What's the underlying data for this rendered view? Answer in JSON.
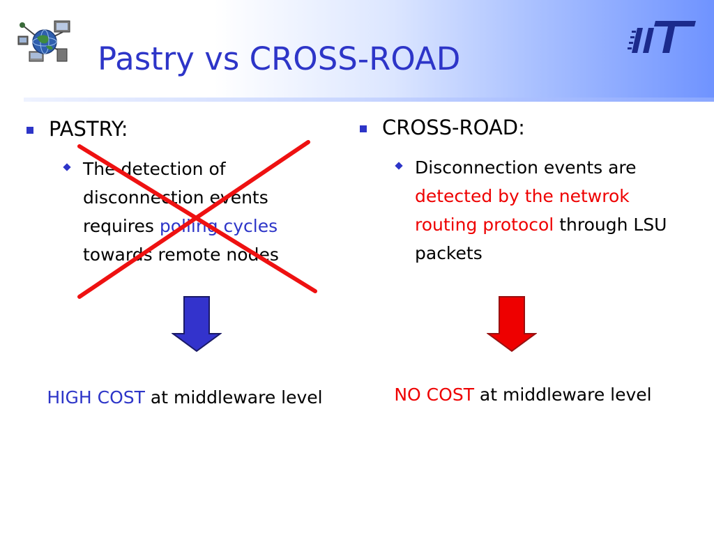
{
  "slide": {
    "title": "Pastry vs CROSS-ROAD",
    "logos": {
      "left": "globe-network-icon",
      "right": "iit-logo"
    },
    "colors": {
      "title": "#2d35c8",
      "accent_blue": "#2d35c8",
      "accent_red": "#ee0000"
    }
  },
  "left": {
    "heading": "PASTRY:",
    "sub": {
      "part1": "The detection of disconnection events requires ",
      "highlight": "polling cycles",
      "part2": " towards remote nodes"
    },
    "crossed_out": true,
    "arrow_color": "#3333cc",
    "cost": {
      "highlight": "HIGH COST",
      "rest": " at middleware level"
    }
  },
  "right": {
    "heading": "CROSS-ROAD:",
    "sub": {
      "part1": "Disconnection events are ",
      "highlight": "detected by the netwrok routing protocol",
      "part2": " through LSU packets"
    },
    "arrow_color": "#ee0000",
    "cost": {
      "highlight": "NO COST",
      "rest": " at middleware level"
    }
  }
}
